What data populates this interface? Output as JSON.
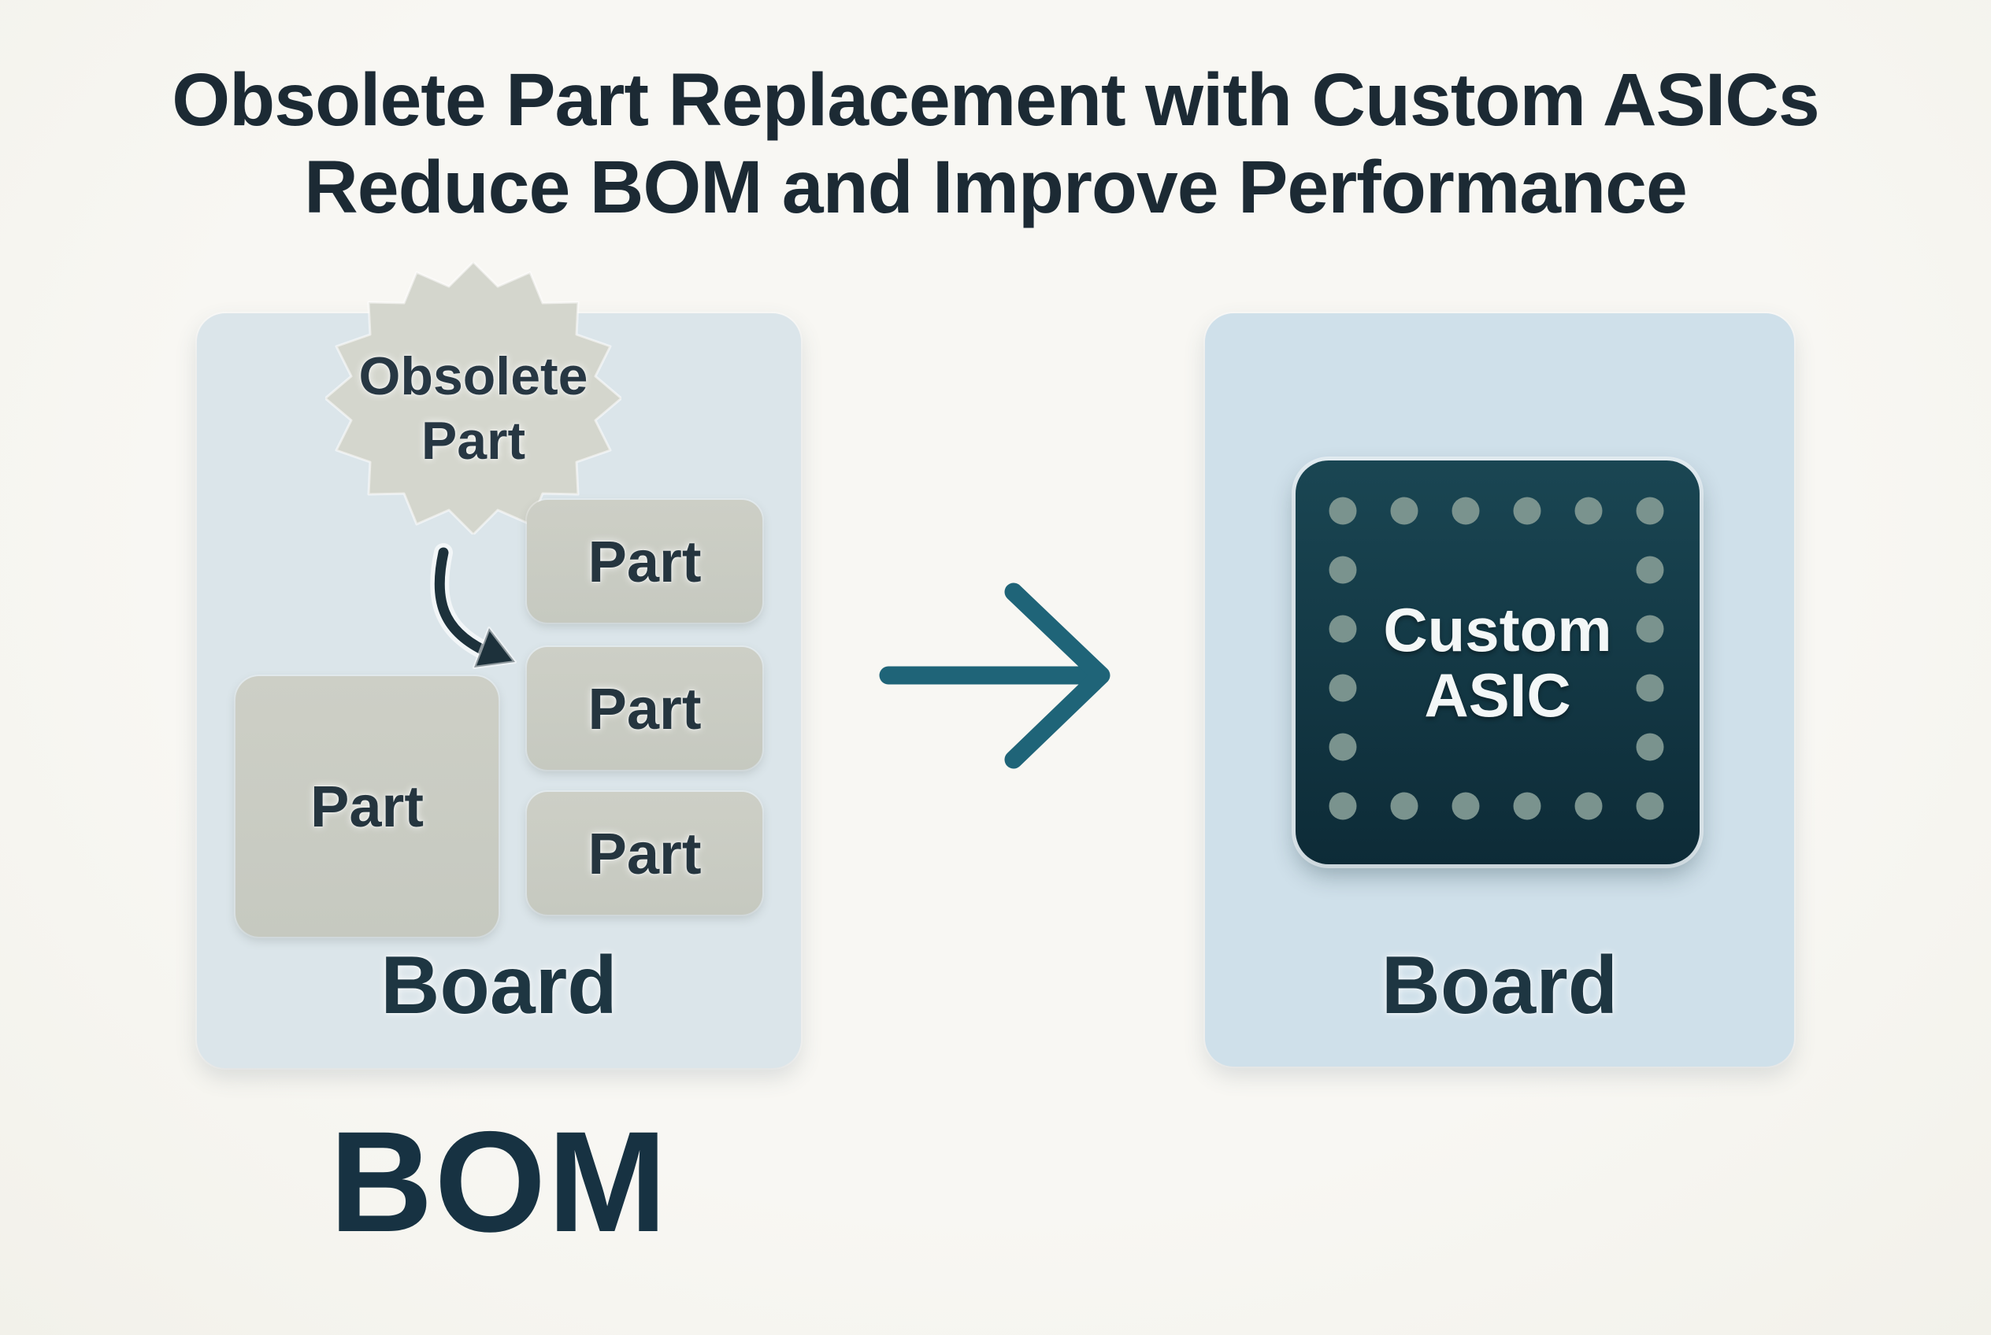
{
  "title": {
    "line1": "Obsolete Part Replacement with Custom ASICs",
    "line2": "Reduce BOM and Improve Performance"
  },
  "left": {
    "badge_line1": "Obsolete",
    "badge_line2": "Part",
    "part_labels": [
      "Part",
      "Part",
      "Part",
      "Part"
    ],
    "board_label": "Board",
    "bom_label": "BOM"
  },
  "right": {
    "chip_line1": "Custom",
    "chip_line2": "ASIC",
    "board_label": "Board"
  },
  "graphics": {
    "left_arrow_icon": "curved-arrow-down-right",
    "transform_arrow_icon": "arrow-right",
    "starburst_points": 16,
    "chip_pin_count": 20
  },
  "colors": {
    "background": "#f6f5f1",
    "title_text": "#1c2a34",
    "board_fill_left": "#dbe5ea",
    "board_fill_right": "#cfe0ea",
    "part_fill": "#c6c9c0",
    "badge_fill": "#d4d6cd",
    "dark_text": "#25353f",
    "chip_fill_top": "#1a4653",
    "chip_fill_bottom": "#0d2b37",
    "pin_color": "#7a938e",
    "chip_text": "#f3f7f7",
    "arrow_teal": "#1f6478",
    "arrow_dark": "#1d313b"
  }
}
